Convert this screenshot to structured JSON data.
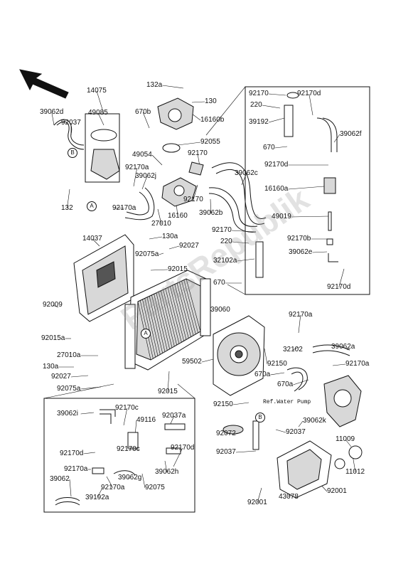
{
  "watermark": "PartsRepublik",
  "ref_note": "Ref.Water Pump",
  "callouts": [
    "A",
    "B",
    "A",
    "B"
  ],
  "labels": [
    "132a",
    "130",
    "14075",
    "49085",
    "670b",
    "16160b",
    "39062d",
    "92037",
    "92055",
    "49054",
    "92170",
    "92170a",
    "39062j",
    "39062c",
    "132",
    "92170a",
    "27010",
    "16160",
    "92170",
    "39062b",
    "14037",
    "130a",
    "92075a",
    "92027",
    "92015",
    "92009",
    "39060",
    "92015a",
    "27010a",
    "130a",
    "92027",
    "92075a",
    "92015",
    "59502",
    "92150",
    "670a",
    "670a",
    "92150",
    "92072",
    "92170a",
    "32102",
    "39062a",
    "92170a",
    "92170",
    "92170d",
    "220",
    "39192",
    "39062f",
    "670",
    "92170d",
    "16160a",
    "49019",
    "92170",
    "220",
    "92170b",
    "32102a",
    "39062e",
    "670",
    "92170d",
    "39062i",
    "92170c",
    "92037a",
    "49116",
    "92170d",
    "92170c",
    "92170d",
    "92170a",
    "39062g",
    "39062h",
    "39062",
    "92170a",
    "92075",
    "39192a",
    "39062k",
    "92037",
    "92037",
    "11009",
    "11012",
    "43078",
    "92001",
    "92001"
  ]
}
